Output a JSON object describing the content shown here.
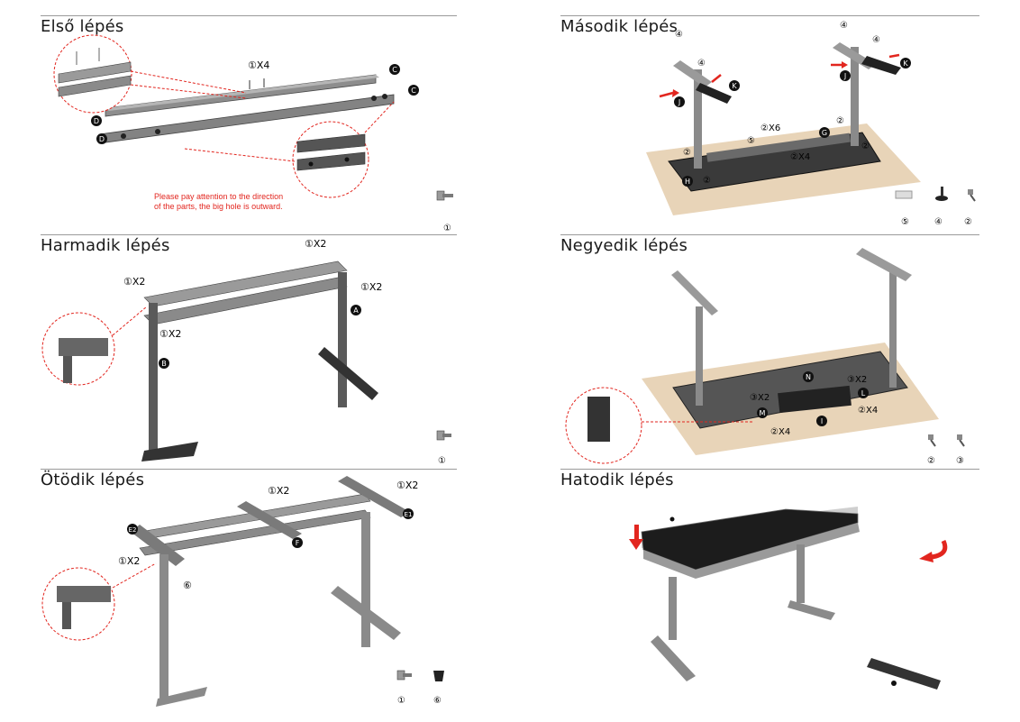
{
  "steps": [
    {
      "title": "Első lépés",
      "callouts": [
        "①X4"
      ],
      "letters": [
        "C",
        "C",
        "D",
        "D"
      ],
      "note": [
        "Please pay attention to the direction",
        "of the parts, the big hole is outward."
      ],
      "parts": [
        "①"
      ]
    },
    {
      "title": "Második lépés",
      "callouts": [
        "④",
        "④",
        "④",
        "④",
        "②X6",
        "②X4",
        "②",
        "②",
        "②",
        "②",
        "⑤"
      ],
      "letters": [
        "J",
        "K",
        "J",
        "K",
        "G",
        "H"
      ],
      "parts": [
        "⑤",
        "④",
        "②"
      ]
    },
    {
      "title": "Harmadik lépés",
      "callouts": [
        "①X2",
        "①X2",
        "①X2",
        "①X2"
      ],
      "letters": [
        "A",
        "B"
      ],
      "parts": [
        "①"
      ]
    },
    {
      "title": "Negyedik lépés",
      "callouts": [
        "③X2",
        "③X2",
        "②X4",
        "②X4"
      ],
      "letters": [
        "N",
        "L",
        "M",
        "I"
      ],
      "parts": [
        "②",
        "③"
      ]
    },
    {
      "title": "Ötödik lépés",
      "callouts": [
        "①X2",
        "①X2",
        "①X2",
        "⑥"
      ],
      "letters": [
        "E2",
        "E1",
        "F"
      ],
      "parts": [
        "①",
        "⑥"
      ]
    },
    {
      "title": "Hatodik lépés"
    }
  ],
  "colors": {
    "frame": "#8c8c8c",
    "frame_dark": "#5a5a5a",
    "red": "#e2261f",
    "board": "#e8d4b8",
    "desk": "#1c1c1c"
  }
}
